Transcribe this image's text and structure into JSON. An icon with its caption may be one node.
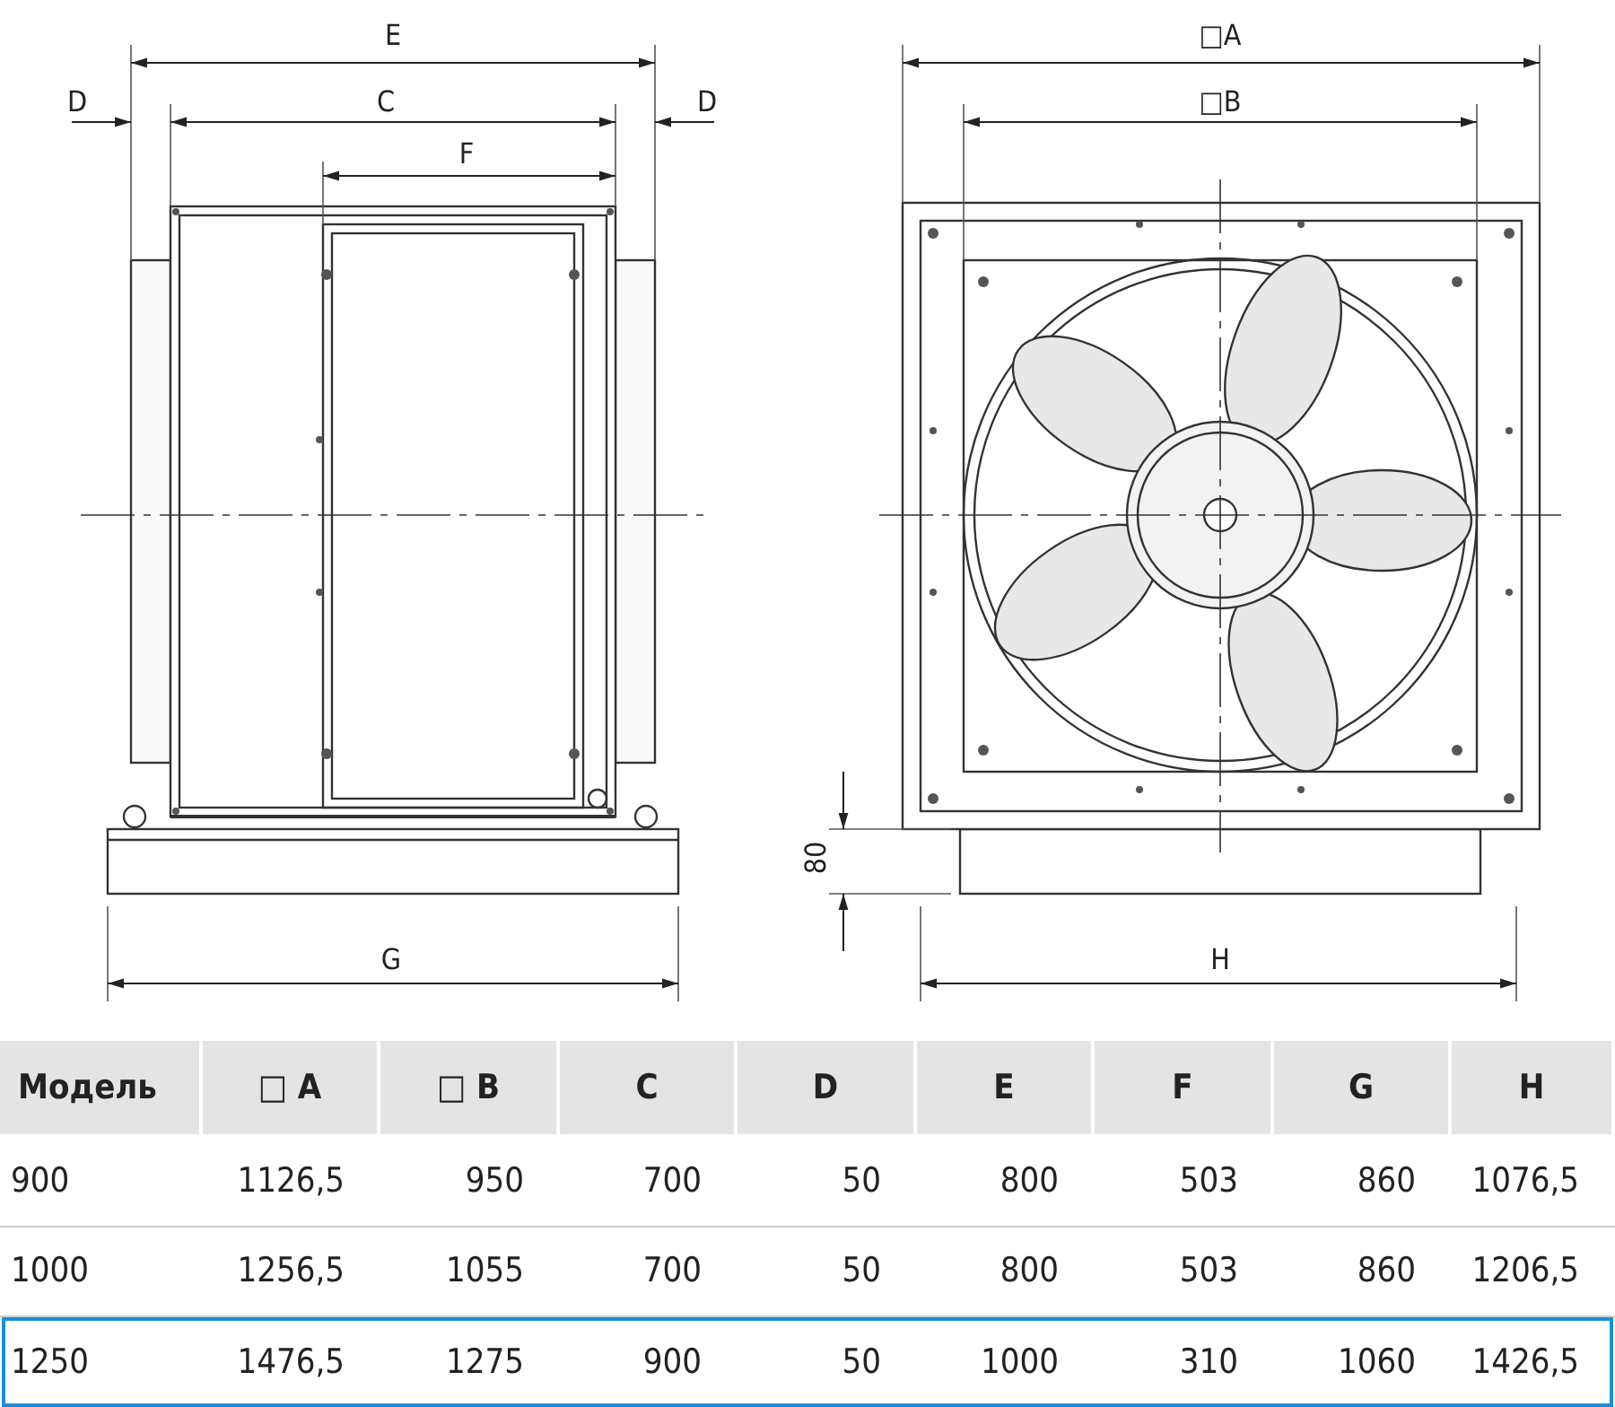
{
  "diagram": {
    "labels": [
      "E",
      "D",
      "C",
      "D",
      "F",
      "□A",
      "□B",
      "80",
      "G",
      "H",
      "Модель",
      "□ A",
      "□ B",
      "C",
      "D",
      "E",
      "F",
      "G",
      "H",
      "900",
      "1126,5",
      "950",
      "700",
      "50",
      "800",
      "503",
      "860",
      "1076,5",
      "1000",
      "1256,5",
      "1055",
      "700",
      "50",
      "800",
      "503",
      "860",
      "1206,5",
      "1250",
      "1476,5",
      "1275",
      "900",
      "50",
      "1000",
      "310",
      "1060",
      "1426,5"
    ]
  }
}
